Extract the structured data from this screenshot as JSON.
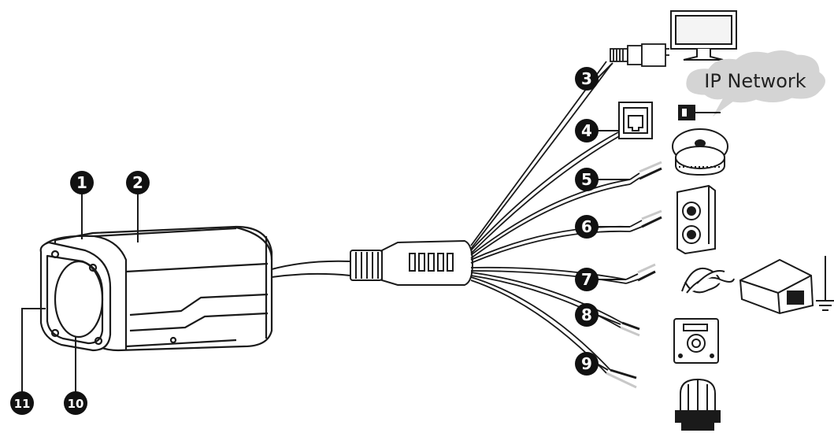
{
  "callouts": [
    {
      "id": "1",
      "label": "1"
    },
    {
      "id": "2",
      "label": "2"
    },
    {
      "id": "3",
      "label": "3"
    },
    {
      "id": "4",
      "label": "4"
    },
    {
      "id": "5",
      "label": "5"
    },
    {
      "id": "6",
      "label": "6"
    },
    {
      "id": "7",
      "label": "7"
    },
    {
      "id": "8",
      "label": "8"
    },
    {
      "id": "9",
      "label": "9"
    },
    {
      "id": "10",
      "label": "10"
    },
    {
      "id": "11",
      "label": "11"
    }
  ],
  "network": {
    "label": "IP Network"
  },
  "icons": {
    "camera": "bullet-camera-icon",
    "monitor": "monitor-icon",
    "ethernet_port": "rj45-port-icon",
    "network_adapter": "network-adapter-icon",
    "microphone": "microphone-icon",
    "speaker": "speaker-icon",
    "power_adapter": "power-adapter-icon",
    "ground": "ground-icon",
    "alarm_input": "alarm-input-icon",
    "alarm_output": "alarm-light-icon"
  },
  "colors": {
    "line": "#1a1a1a",
    "badge": "#111111",
    "cloud": "#d4d4d4",
    "wire_tip": "#c8c8c8"
  }
}
